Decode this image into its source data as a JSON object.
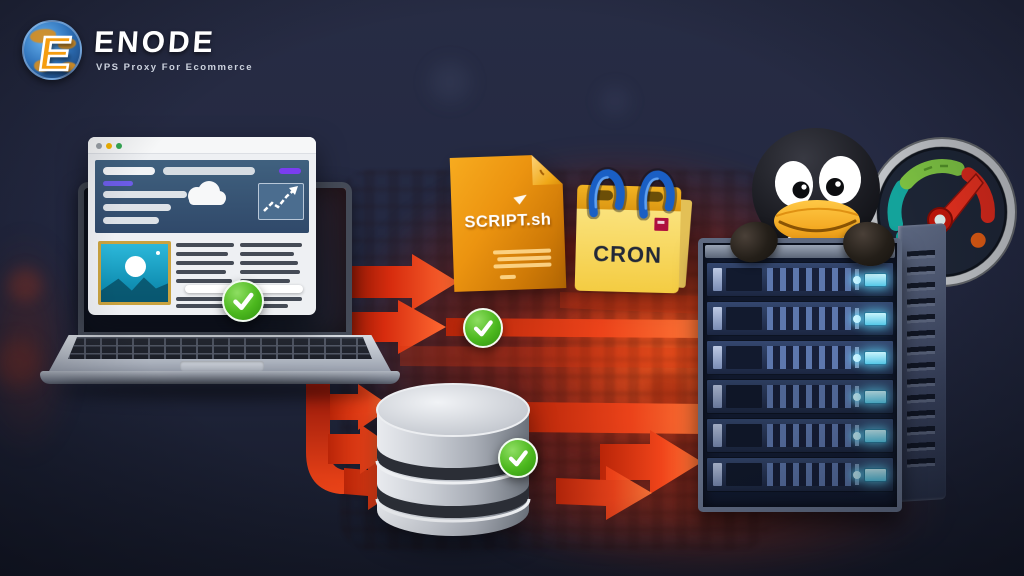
{
  "brand": {
    "badge_letter": "E",
    "name": "ENODE",
    "tagline": "VPS Proxy For Ecommerce"
  },
  "flow": {
    "script_file": {
      "label": "SCRIPT.sh"
    },
    "cron": {
      "label": "CRON"
    }
  },
  "icons": [
    "globe-icon",
    "browser-window",
    "cloud-icon",
    "chart-icon",
    "image-thumbnail",
    "check-icon",
    "script-file-icon",
    "cron-calendar-icon",
    "database-icon",
    "tux-penguin-icon",
    "speedometer-icon",
    "server-rack",
    "flow-arrows"
  ],
  "colors": {
    "background_navy": "#232840",
    "glow_red": "#c52c0d",
    "arrow_orange": "#ff6a32",
    "document_orange": "#ec9410",
    "calendar_yellow": "#f4cc42",
    "ring_blue": "#1a5fc4",
    "check_green": "#46b619",
    "server_panel_blue": "#34476f",
    "indicator_cyan": "#7fe3fb",
    "beak_yellow": "#f8b02c",
    "gauge_teal": "#14a39b",
    "gauge_green": "#7cc142",
    "gauge_red": "#d7281a"
  }
}
